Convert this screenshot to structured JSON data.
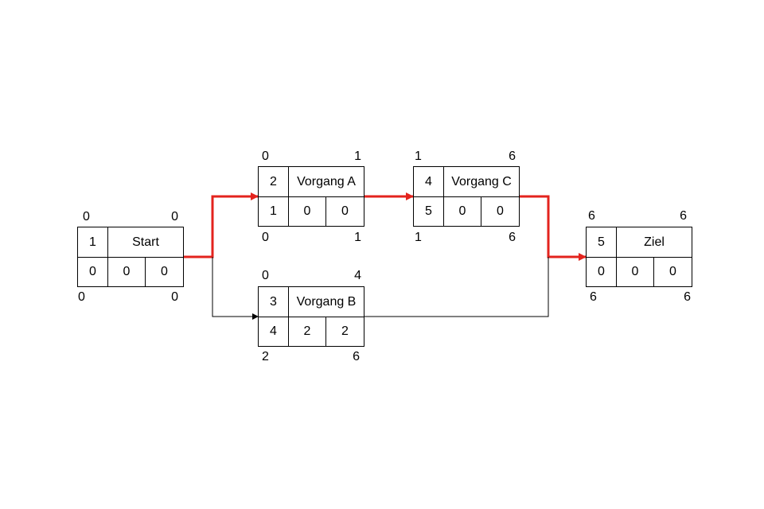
{
  "colors": {
    "critical": "#e3231d",
    "normal": "#000000",
    "box_border": "#000000"
  },
  "nodes": {
    "start": {
      "id": "1",
      "name": "Start",
      "faz": "0",
      "fez": "0",
      "saz": "0",
      "sez": "0",
      "duration": "0",
      "gp": "0",
      "fp": "0"
    },
    "a": {
      "id": "2",
      "name": "Vorgang A",
      "faz": "0",
      "fez": "1",
      "saz": "0",
      "sez": "1",
      "duration": "1",
      "gp": "0",
      "fp": "0"
    },
    "c": {
      "id": "4",
      "name": "Vorgang C",
      "faz": "1",
      "fez": "6",
      "saz": "1",
      "sez": "6",
      "duration": "5",
      "gp": "0",
      "fp": "0"
    },
    "b": {
      "id": "3",
      "name": "Vorgang B",
      "faz": "0",
      "fez": "4",
      "saz": "2",
      "sez": "6",
      "duration": "4",
      "gp": "2",
      "fp": "2"
    },
    "ziel": {
      "id": "5",
      "name": "Ziel",
      "faz": "6",
      "fez": "6",
      "saz": "6",
      "sez": "6",
      "duration": "0",
      "gp": "0",
      "fp": "0"
    }
  },
  "edges": [
    {
      "from": "start",
      "to": "a",
      "critical": true
    },
    {
      "from": "a",
      "to": "c",
      "critical": true
    },
    {
      "from": "c",
      "to": "ziel",
      "critical": true
    },
    {
      "from": "start",
      "to": "b",
      "critical": false
    },
    {
      "from": "b",
      "to": "ziel",
      "critical": false
    }
  ]
}
